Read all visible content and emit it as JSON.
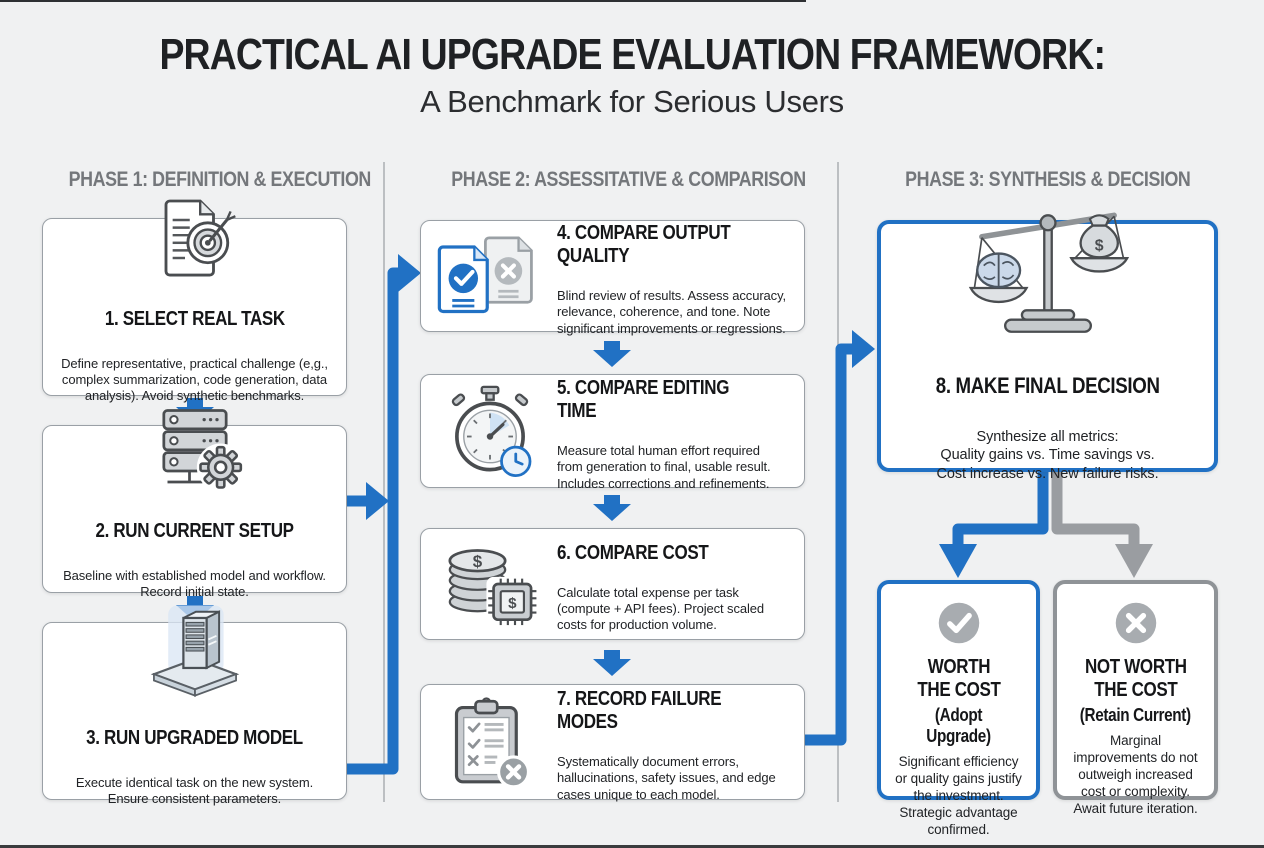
{
  "page": {
    "title": "PRACTICAL AI UPGRADE EVALUATION FRAMEWORK:",
    "subtitle": "A Benchmark for Serious Users"
  },
  "colors": {
    "accent_blue": "#2171c4",
    "arrow_gray": "#9a9da1",
    "box_border_gray": "#9aa0a6",
    "background": "#f0f1f2"
  },
  "phases": [
    {
      "label": "PHASE 1: DEFINITION & EXECUTION"
    },
    {
      "label": "PHASE 2: ASSESSITATIVE & COMPARISON"
    },
    {
      "label": "PHASE 3: SYNTHESIS & DECISION"
    }
  ],
  "steps": [
    {
      "title": "1. SELECT REAL TASK",
      "description": "Define representative, practical challenge (e,g., complex summarization, code generation, data analysis). Avoid synthetic benchmarks.",
      "icon": "document-target-icon"
    },
    {
      "title": "2. RUN CURRENT SETUP",
      "description": "Baseline with established model and workflow. Record initial state.",
      "icon": "server-rack-gear-icon"
    },
    {
      "title": "3. RUN UPGRADED MODEL",
      "description": "Execute identical task on the new system. Ensure consistent parameters.",
      "icon": "upgraded-server-icon"
    },
    {
      "title": "4. COMPARE OUTPUT QUALITY",
      "description": "Blind review of results. Assess accuracy, relevance, coherence, and tone. Note significant improvements or regressions.",
      "icon": "documents-pass-fail-icon"
    },
    {
      "title": "5. COMPARE EDITING TIME",
      "description": "Measure total human effort required from generation to final, usable result. Includes corrections and refinements.",
      "icon": "stopwatch-icon"
    },
    {
      "title": "6. COMPARE COST",
      "description": "Calculate total expense per task (compute + API fees). Project scaled costs for production volume.",
      "icon": "coins-chip-icon"
    },
    {
      "title": "7. RECORD FAILURE MODES",
      "description": "Systematically document errors, hallucinations, safety issues, and edge cases unique to each model.",
      "icon": "clipboard-failure-icon"
    },
    {
      "title": "8. MAKE FINAL DECISION",
      "description": "Synthesize all metrics:\nQuality gains vs. Time savings vs.\nCost increase vs. New failure risks.",
      "icon": "balance-scale-icon"
    }
  ],
  "outcomes": [
    {
      "title": "WORTH\nTHE COST",
      "subtitle": "(Adopt Upgrade)",
      "description": "Significant efficiency or quality gains justify the investment. Strategic advantage confirmed.",
      "icon": "check-circle-icon"
    },
    {
      "title": "NOT WORTH\nTHE COST",
      "subtitle": "(Retain Current)",
      "description": "Marginal improvements do not outweigh increased cost or complexity. Await future iteration.",
      "icon": "x-circle-icon"
    }
  ]
}
